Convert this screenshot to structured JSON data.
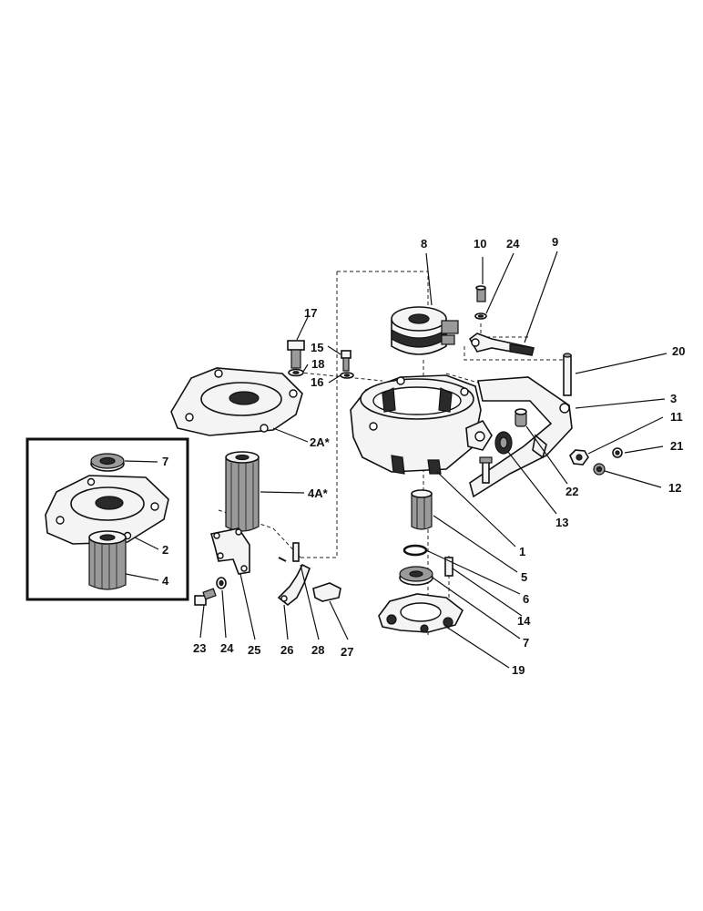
{
  "labels": {
    "p1": "1",
    "p2": "2",
    "p2a": "2A*",
    "p3": "3",
    "p4": "4",
    "p4a": "4A*",
    "p5": "5",
    "p6": "6",
    "p7a": "7",
    "p7b": "7",
    "p8": "8",
    "p9": "9",
    "p10": "10",
    "p11": "11",
    "p12": "12",
    "p13": "13",
    "p14": "14",
    "p15": "15",
    "p16": "16",
    "p17": "17",
    "p18": "18",
    "p19": "19",
    "p20": "20",
    "p21": "21",
    "p22": "22",
    "p23": "23",
    "p24a": "24",
    "p24b": "24",
    "p25": "25",
    "p26": "26",
    "p27": "27",
    "p28": "28"
  }
}
